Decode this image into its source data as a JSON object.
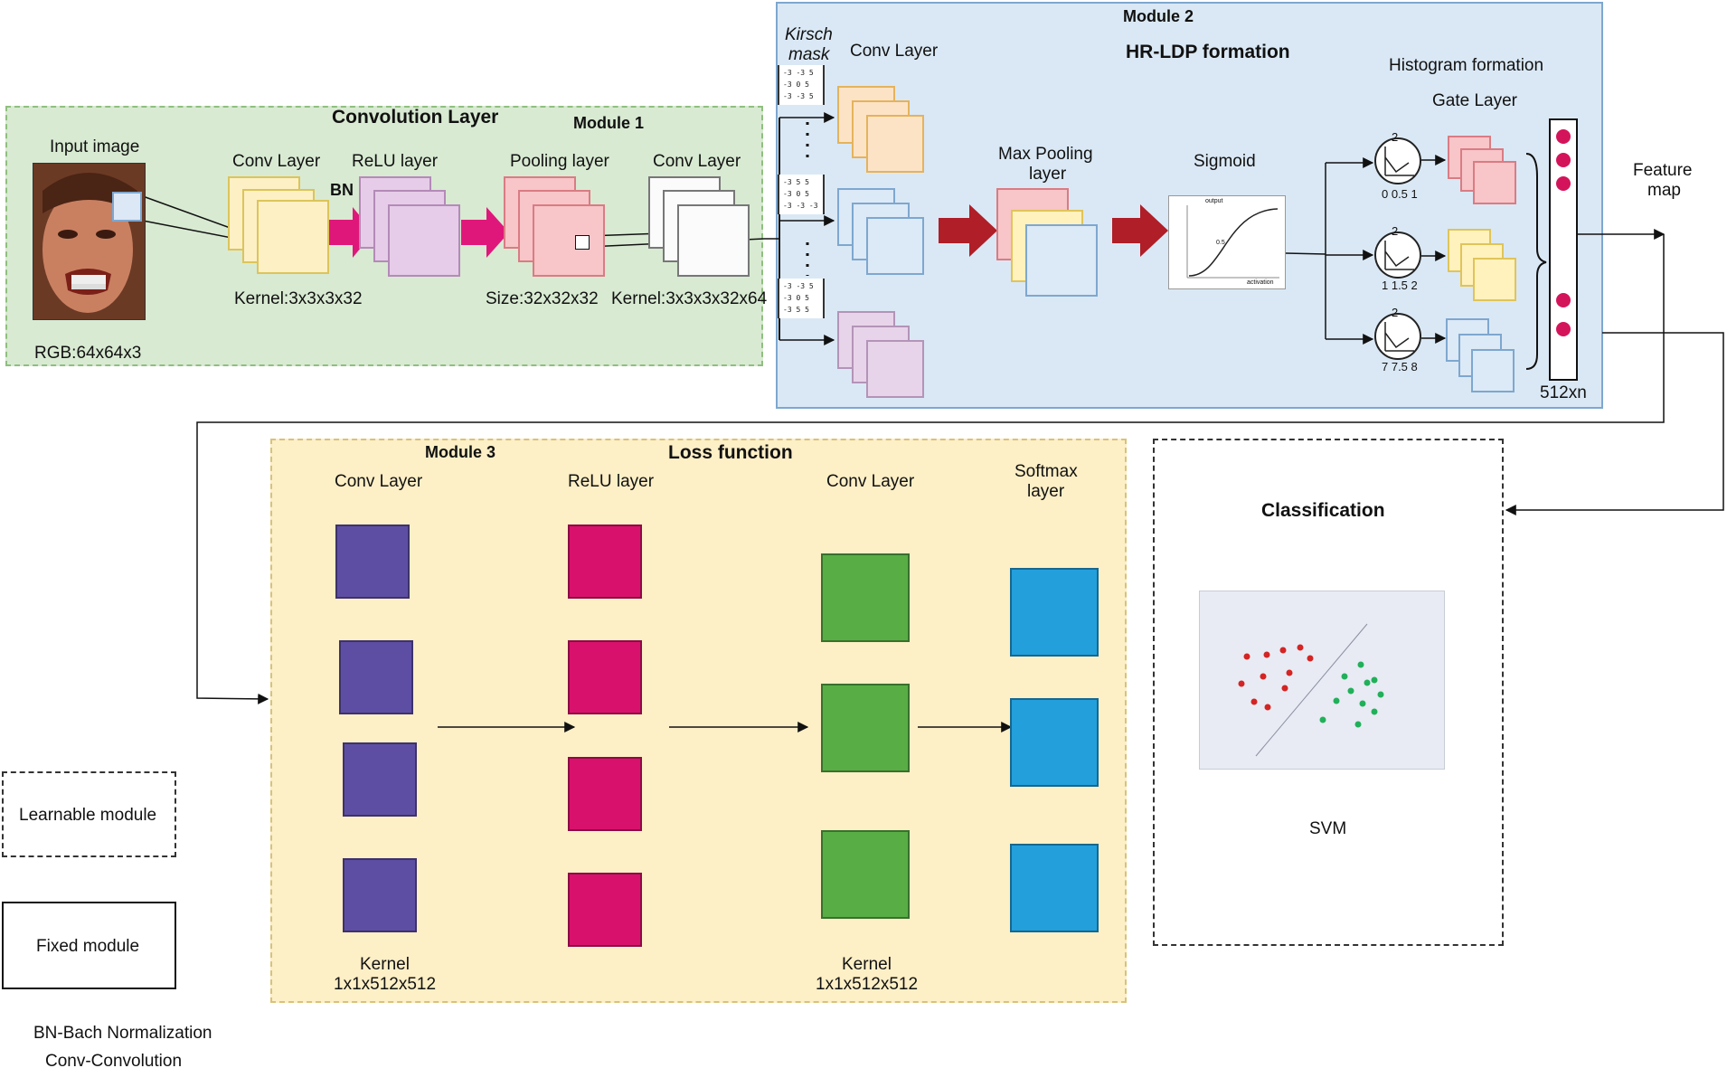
{
  "module1": {
    "section_title": "Convolution Layer",
    "module_label": "Module 1",
    "input_image_label": "Input image",
    "input_caption": "RGB:64x64x3",
    "conv_layer_1": "Conv Layer",
    "bn_label": "BN",
    "relu_layer": "ReLU layer",
    "pooling_layer": "Pooling layer",
    "conv_layer_2": "Conv Layer",
    "kernel_1": "Kernel:3x3x3x32",
    "pool_size": "Size:32x32x32",
    "kernel_2": "Kernel:3x3x3x32x64"
  },
  "module2": {
    "module_label": "Module 2",
    "section_title": "HR-LDP formation",
    "kirsch_label_1": "Kirsch",
    "kirsch_label_2": "mask",
    "conv_layer": "Conv Layer",
    "max_pooling_1": "Max Pooling",
    "max_pooling_2": "layer",
    "sigmoid": "Sigmoid",
    "histogram_formation": "Histogram formation",
    "gate_layer": "Gate Layer",
    "hist_values": [
      "0 0.5 1",
      "1 1.5 2",
      "7 7.5 8"
    ],
    "hist_top_number": "2",
    "vector_size": "512xn",
    "sigmoid_plot_title": "output",
    "sigmoid_plot_xlabel": "activation",
    "sigmoid_plot_mid": "0.5",
    "kirsch_rows": [
      [
        "-3 -3 5",
        "-3 0 5",
        "-3 -3 5"
      ],
      [
        "-3 5 5",
        "-3 0 5",
        "-3 -3 -3"
      ],
      [
        "-3 -3 5",
        "-3 0 5",
        "-3 5 5"
      ]
    ]
  },
  "feature_map": {
    "line1": "Feature",
    "line2": "map"
  },
  "module3": {
    "module_label": "Module 3",
    "section_title": "Loss function",
    "conv_layer_1": "Conv Layer",
    "relu_layer": "ReLU layer",
    "conv_layer_2": "Conv Layer",
    "softmax_1": "Softmax",
    "softmax_2": "layer",
    "kernel_1_line1": "Kernel",
    "kernel_1_line2": "1x1x512x512",
    "kernel_2_line1": "Kernel",
    "kernel_2_line2": "1x1x512x512"
  },
  "classification": {
    "title": "Classification",
    "svm_label": "SVM"
  },
  "legend": {
    "learnable": "Learnable module",
    "fixed": "Fixed module",
    "bn_note": "BN-Bach Normalization",
    "conv_note": "Conv-Convolution"
  },
  "colors": {
    "module1_bg": "#d8ead2",
    "module2_bg": "#dae8f5",
    "module3_bg": "#fdefc6",
    "conv_purple": "#5e4ea3",
    "relu_magenta": "#d8126c",
    "conv_green": "#58ad45",
    "softmax_blue": "#239fdc",
    "arrow_pink": "#e0177a",
    "arrow_darkred": "#b01e27"
  }
}
